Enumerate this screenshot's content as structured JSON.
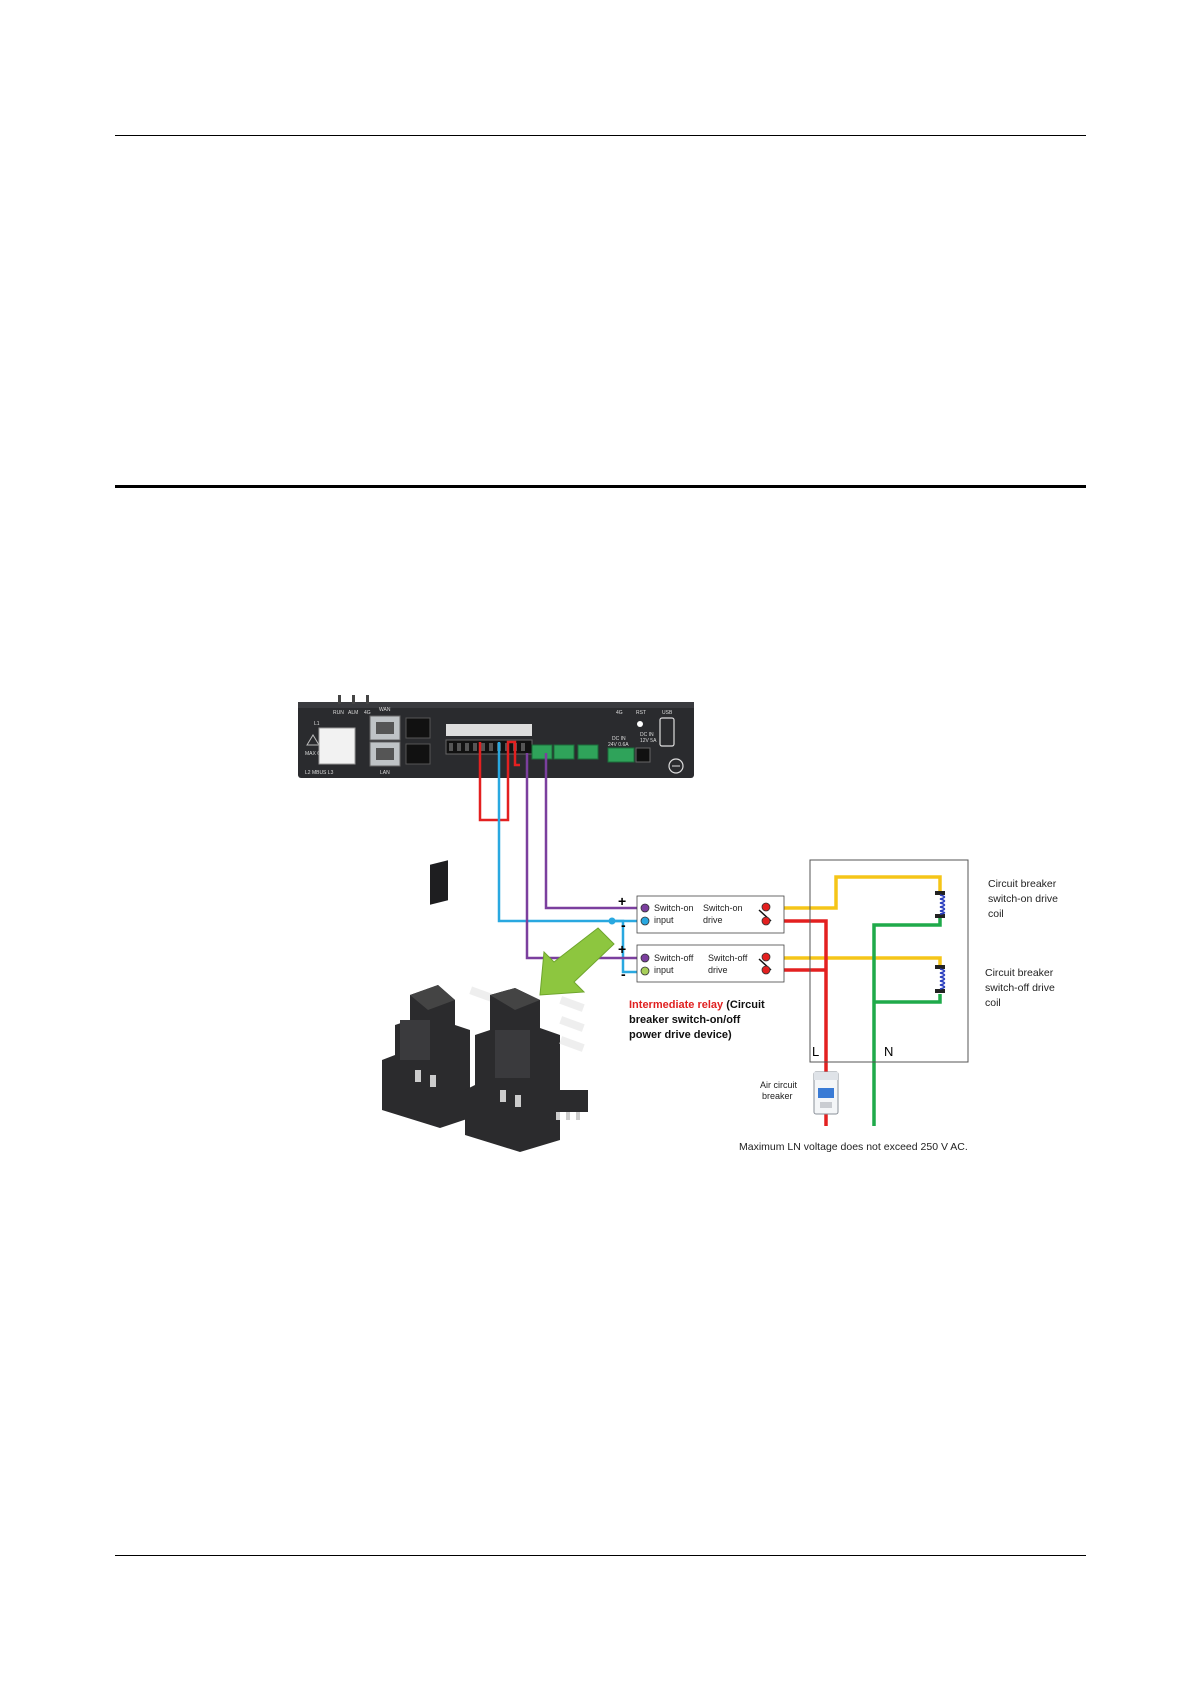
{
  "colors": {
    "wire_red": "#e32020",
    "wire_blue": "#29a8e0",
    "wire_purple": "#7b3f9e",
    "wire_yellow": "#f5c518",
    "wire_green": "#1faa4a",
    "arrow_green": "#8dc63f",
    "label_red": "#e02020",
    "coil_blue": "#2b3fbf"
  },
  "device": {
    "led_labels": [
      "RUN",
      "ALM",
      "4G"
    ],
    "port_labels": {
      "wan": "WAN",
      "lan": "LAN",
      "usb": "USB",
      "rst": "RST",
      "mod_4g": "4G",
      "l1": "L1",
      "bottom_left": "L2  MBUS  L3",
      "max_voltage": "MAX 600V",
      "dc_in_1": "DC IN",
      "dc_in_1_rating": "24V 0.6A",
      "dc_in_2": "DC IN",
      "dc_in_2_rating": "12V 5A"
    }
  },
  "relays": {
    "switch_on": {
      "input_line1": "Switch-on",
      "input_line2": "input",
      "drive_line1": "Switch-on",
      "drive_line2": "drive"
    },
    "switch_off": {
      "input_line1": "Switch-off",
      "input_line2": "input",
      "drive_line1": "Switch-off",
      "drive_line2": "drive"
    },
    "polarity": {
      "plus": "+",
      "minus": "-"
    }
  },
  "labels": {
    "coil_on": [
      "Circuit breaker",
      "switch-on drive",
      "coil"
    ],
    "coil_off": [
      "Circuit breaker",
      "switch-off drive",
      "coil"
    ],
    "relay_caption_red": "Intermediate relay",
    "relay_caption_rest_line1": " (Circuit",
    "relay_caption_line2": "breaker switch-on/off",
    "relay_caption_line3": "power drive device)",
    "air_breaker": [
      "Air circuit",
      "breaker"
    ],
    "line_l": "L",
    "line_n": "N",
    "voltage_note": "Maximum LN voltage does not exceed 250 V AC."
  }
}
